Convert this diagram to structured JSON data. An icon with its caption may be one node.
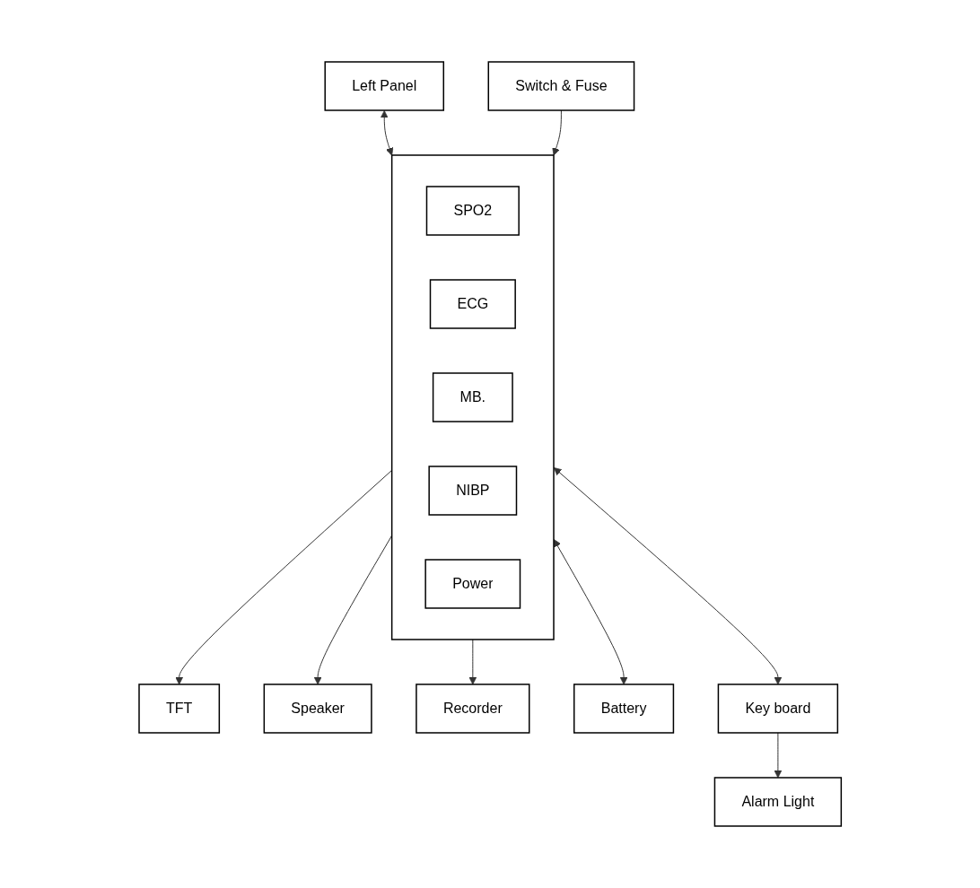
{
  "diagram": {
    "nodes": [
      {
        "text": [
          "TFT"
        ]
      },
      {
        "text": [
          "Speaker"
        ]
      },
      {
        "text": [],
        "shape": "box"
      },
      {
        "text": [
          "SPO2"
        ],
        "in": 2
      },
      {
        "text": [
          "ECG"
        ],
        "in": 2
      },
      {
        "text": [
          "MB."
        ],
        "in": 2
      },
      {
        "text": [
          "NIBP"
        ],
        "in": 2
      },
      {
        "text": [
          "Left Panel"
        ]
      },
      {
        "text": [
          "Power"
        ],
        "in": 2
      },
      {
        "text": [
          "Recorder"
        ]
      },
      {
        "text": [
          "Alarm Light"
        ]
      },
      {
        "text": [
          "Battery"
        ]
      },
      {
        "text": [
          "Key board"
        ]
      },
      {
        "text": [
          "Switch & Fuse"
        ]
      }
    ],
    "edges": [
      {
        "from": 2,
        "to": 0,
        "arrow": "to"
      },
      {
        "from": 2,
        "to": 1,
        "arrow": "to"
      },
      {
        "from": 7,
        "to": 2,
        "arrow": "both"
      },
      {
        "from": 2,
        "to": 9,
        "arrow": "to"
      },
      {
        "from": 2,
        "to": 12,
        "arrow": "both"
      },
      {
        "from": 2,
        "to": 11,
        "arrow": "both"
      },
      {
        "from": 13,
        "to": 2,
        "arrow": "to"
      },
      {
        "from": 12,
        "to": 10,
        "arrow": "to"
      }
    ]
  }
}
